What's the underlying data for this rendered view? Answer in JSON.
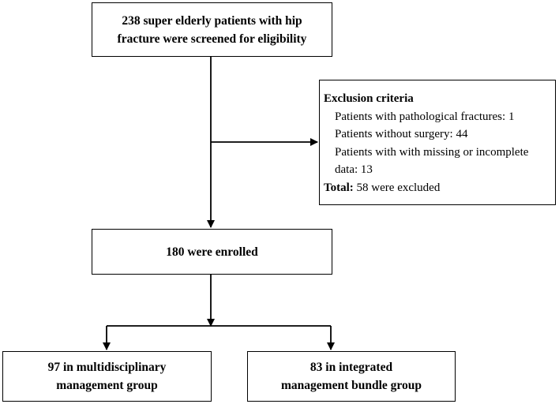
{
  "flow": {
    "screened": {
      "line1": "238 super elderly patients with hip",
      "line2": "fracture were screened for eligibility"
    },
    "exclusion": {
      "heading": "Exclusion criteria",
      "items": [
        "Patients with pathological fractures: 1",
        "Patients without surgery: 44",
        "Patients with with missing or incomplete",
        "data: 13"
      ],
      "total_label": "Total:",
      "total_text": " 58 were excluded"
    },
    "enrolled": {
      "label": "180 were enrolled"
    },
    "groups": [
      {
        "line1": "97 in multidisciplinary",
        "line2": "management group"
      },
      {
        "line1": "83 in integrated",
        "line2": "management bundle group"
      }
    ]
  },
  "colors": {
    "line": "#000000",
    "box_border": "#000000",
    "background": "#ffffff"
  }
}
